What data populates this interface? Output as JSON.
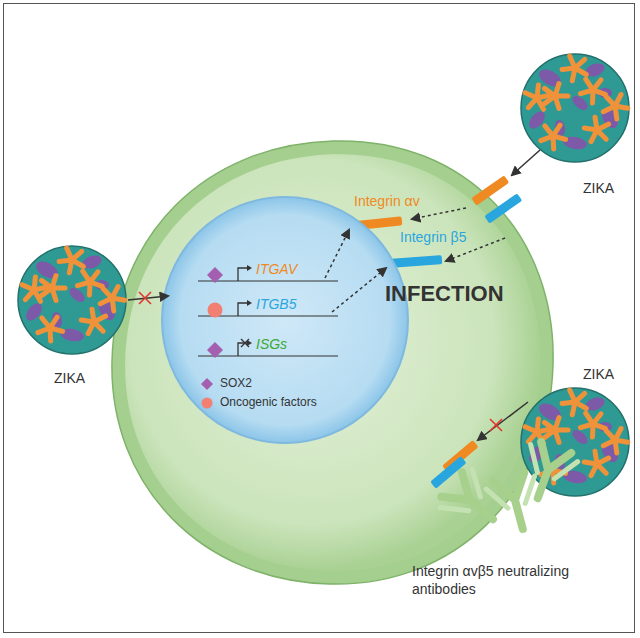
{
  "diagram": {
    "nodes": [
      {
        "text": [
          "INFECTION"
        ]
      },
      {
        "text": [
          "ITGAV",
          "ITGB5",
          "ISGs"
        ],
        "in": 0
      }
    ],
    "labels": [
      "ZIKA",
      "ZIKA",
      "ZIKA",
      "Integrin αv",
      "Integrin β5",
      "Integrin αvβ5 neutralizing antibodies"
    ],
    "legend": [
      {
        "text": "SOX2"
      },
      {
        "text": "Oncogenic factors"
      }
    ]
  }
}
